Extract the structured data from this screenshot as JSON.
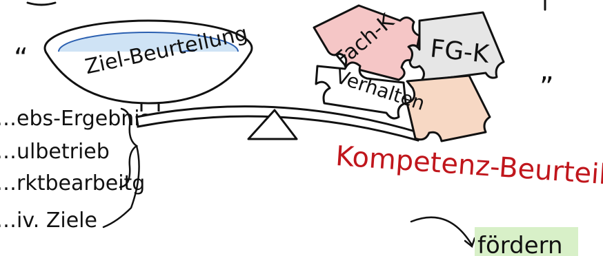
{
  "bowl_label": "Ziel-Beurteilung",
  "left_list": [
    "…ebs-Ergebnis",
    "…ulbetrieb",
    "…rktbearbeitg",
    "…iv. Ziele"
  ],
  "puzzle": {
    "piece_top_left": "Fach-K",
    "piece_top_right": "FG-K",
    "piece_bottom_left": "Verhalten"
  },
  "right_title": "Kompetenz-Beurteilung",
  "bottom_right": "fördern",
  "quote_marks": {
    "open": "“",
    "close": "”"
  },
  "colors": {
    "ink": "#111111",
    "title_red": "#c0161c",
    "bowl_blue_fill": "#cfe3f5",
    "bowl_blue_stroke": "#2a5fb0",
    "puzzle_red": "#f5c6c6",
    "puzzle_gray": "#e6e6e6",
    "puzzle_peach": "#f7d8c4",
    "highlight_green": "#d8f0c8"
  }
}
